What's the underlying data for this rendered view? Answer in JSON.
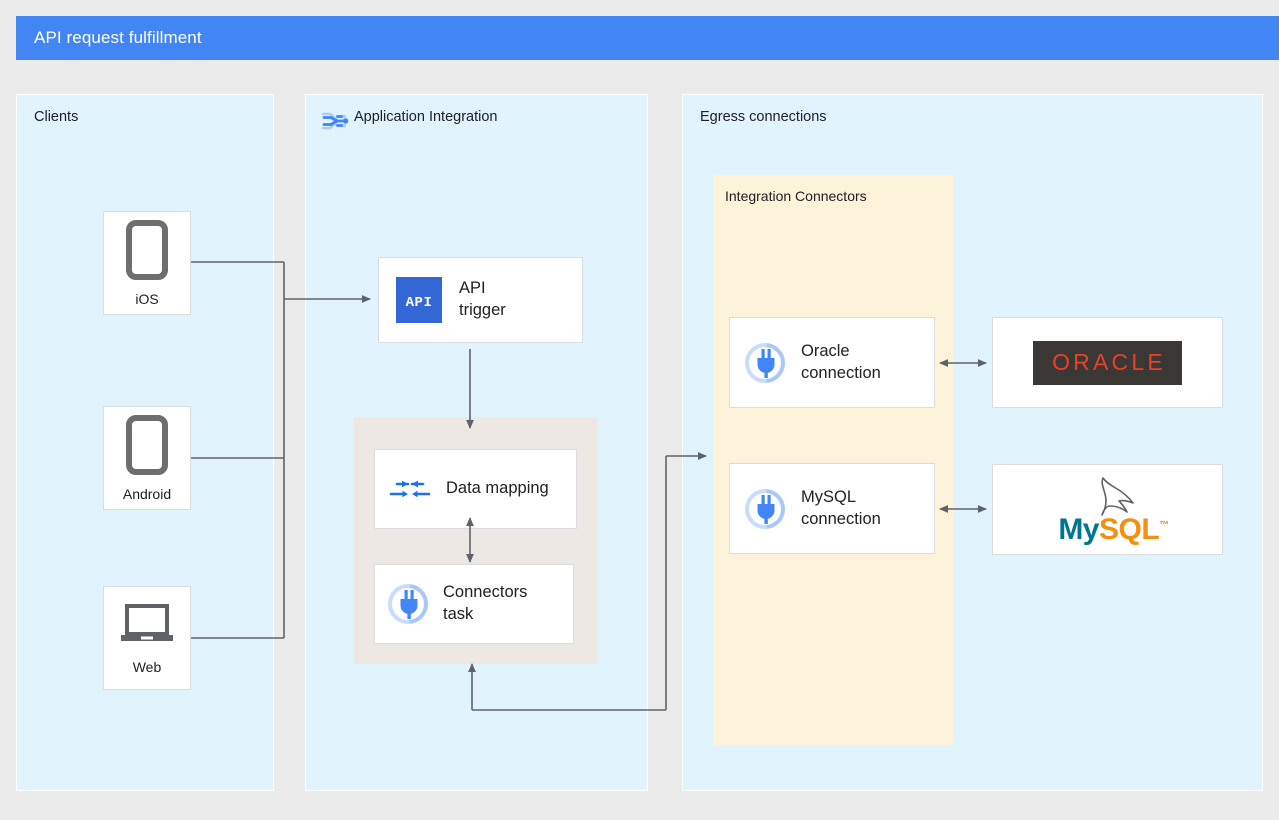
{
  "header": {
    "title": "API request fulfillment",
    "background_color": "#4285f4",
    "text_color": "#ffffff"
  },
  "panels": {
    "clients": {
      "title": "Clients",
      "background_color": "#e1f3fd",
      "items": [
        {
          "label": "iOS",
          "icon": "mobile-phone-icon"
        },
        {
          "label": "Android",
          "icon": "mobile-phone-icon"
        },
        {
          "label": "Web",
          "icon": "laptop-icon"
        }
      ]
    },
    "application_integration": {
      "title": "Application Integration",
      "icon": "application-integration-icon",
      "background_color": "#e1f3fd",
      "trigger": {
        "label": "API\ntrigger",
        "icon": "api-badge-icon",
        "icon_color": "#3367d6"
      },
      "tasks_group": {
        "background_color": "#eee8e4",
        "tasks": [
          {
            "label": "Data mapping",
            "icon": "data-mapping-icon",
            "icon_color": "#1a73e8"
          },
          {
            "label": "Connectors\ntask",
            "icon": "connector-plug-icon",
            "icon_color": "#4285f4"
          }
        ]
      }
    },
    "egress": {
      "title": "Egress connections",
      "background_color": "#e1f3fd",
      "integration_connectors": {
        "title": "Integration Connectors",
        "background_color": "#fdf3da",
        "connections": [
          {
            "label": "Oracle\nconnection",
            "icon": "connector-plug-icon"
          },
          {
            "label": "MySQL\nconnection",
            "icon": "connector-plug-icon"
          }
        ]
      },
      "backends": [
        {
          "name": "oracle-logo",
          "wordmark": "ORACLE",
          "wordmark_color": "#e8402a",
          "plate_color": "#3b3734"
        },
        {
          "name": "mysql-logo",
          "word_primary": "My",
          "word_secondary": "SQL",
          "trademark": "™",
          "primary_color": "#00758f",
          "secondary_color": "#f29111"
        }
      ]
    }
  },
  "connectors": {
    "line_color": "#5f6368",
    "flows": [
      "clients-to-api-trigger",
      "api-trigger-to-data-mapping",
      "data-mapping-to-connectors-task",
      "connectors-task-to-integration-connectors",
      "oracle-connection-to-oracle",
      "mysql-connection-to-mysql"
    ]
  }
}
